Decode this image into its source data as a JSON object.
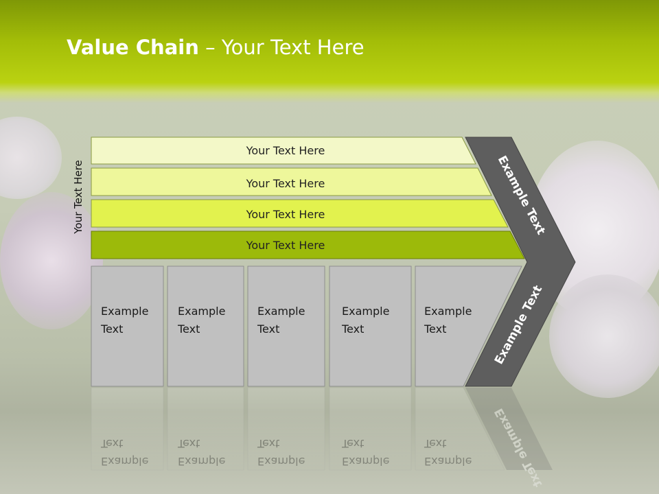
{
  "slide": {
    "title_bold": "Value Chain",
    "title_rest": " – Your Text Here",
    "vertical_label": "Your Text Here"
  },
  "rows": [
    {
      "label": "Your Text Here",
      "color": "#f3f8c8"
    },
    {
      "label": "Your Text Here",
      "color": "#eef79b"
    },
    {
      "label": "Your Text Here",
      "color": "#e2f24e"
    },
    {
      "label": "Your Text Here",
      "color": "#9cba0a"
    }
  ],
  "boxes": [
    {
      "line1": "Example",
      "line2": "Text"
    },
    {
      "line1": "Example",
      "line2": "Text"
    },
    {
      "line1": "Example",
      "line2": "Text"
    },
    {
      "line1": "Example",
      "line2": "Text"
    },
    {
      "line1": "Example",
      "line2": "Text"
    }
  ],
  "chevron": {
    "upper_label": "Example Text",
    "lower_label": "Example Text",
    "color": "#5e5e5e"
  },
  "colors": {
    "box_fill": "#c0c0c0",
    "header_green": "#a3bd08"
  }
}
